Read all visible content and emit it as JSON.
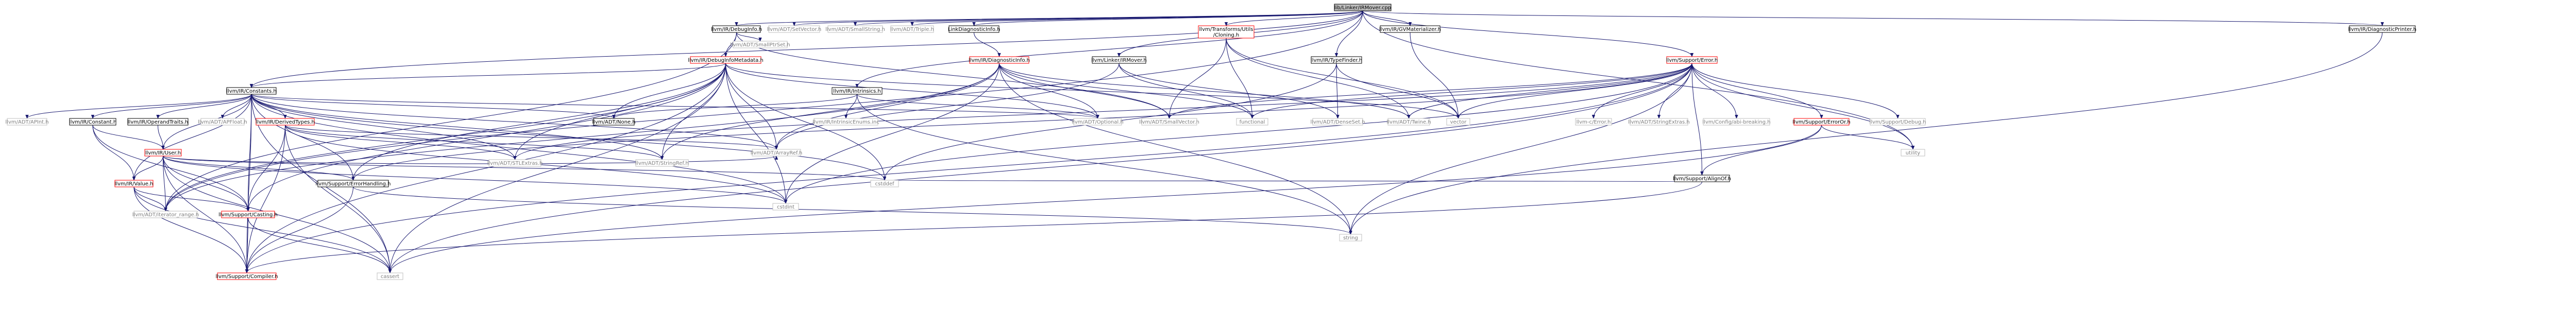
{
  "colors": {
    "edge": "#191970",
    "node_border": "#000000",
    "root_fill": "#bfbfbf",
    "red_border": "#ff0000",
    "grey_border": "#bfbfbf",
    "grey_text": "#7f7f7f",
    "text": "#000000"
  },
  "nodes": [
    {
      "id": "root",
      "label": "lib/Linker/IRMover.cpp",
      "style": "root"
    },
    {
      "id": "DebugInfo",
      "label": "llvm/IR/DebugInfo.h",
      "style": "black"
    },
    {
      "id": "SetVector",
      "label": "llvm/ADT/SetVector.h",
      "style": "grey"
    },
    {
      "id": "SmallString",
      "label": "llvm/ADT/SmallString.h",
      "style": "grey"
    },
    {
      "id": "Triple",
      "label": "llvm/ADT/Triple.h",
      "style": "grey"
    },
    {
      "id": "LinkDiag",
      "label": "LinkDiagnosticInfo.h",
      "style": "black"
    },
    {
      "id": "IRMover",
      "label": "llvm/Linker/IRMover.h",
      "style": "black"
    },
    {
      "id": "Cloning",
      "label": "llvm/Transforms/Utils\n/Cloning.h",
      "style": "red"
    },
    {
      "id": "TypeFinder",
      "label": "llvm/IR/TypeFinder.h",
      "style": "black"
    },
    {
      "id": "GVMat",
      "label": "llvm/IR/GVMaterializer.h",
      "style": "black"
    },
    {
      "id": "SupportError",
      "label": "llvm/Support/Error.h",
      "style": "red"
    },
    {
      "id": "DiagPrinter",
      "label": "llvm/IR/DiagnosticPrinter.h",
      "style": "black"
    },
    {
      "id": "DebugInfoMetadata",
      "label": "llvm/IR/DebugInfoMetadata.h",
      "style": "red"
    },
    {
      "id": "SmallPtrSet",
      "label": "llvm/ADT/SmallPtrSet.h",
      "style": "grey"
    },
    {
      "id": "Intrinsics",
      "label": "llvm/IR/Intrinsics.h",
      "style": "black"
    },
    {
      "id": "DiagnosticInfo",
      "label": "llvm/IR/DiagnosticInfo.h",
      "style": "red"
    },
    {
      "id": "Constants",
      "label": "llvm/IR/Constants.h",
      "style": "black"
    },
    {
      "id": "APInt",
      "label": "llvm/ADT/APInt.h",
      "style": "grey"
    },
    {
      "id": "IRConstant",
      "label": "llvm/IR/Constant.h",
      "style": "black"
    },
    {
      "id": "OperandTraits",
      "label": "llvm/IR/OperandTraits.h",
      "style": "black"
    },
    {
      "id": "APFloat",
      "label": "llvm/ADT/APFloat.h",
      "style": "grey"
    },
    {
      "id": "DerivedTypes",
      "label": "llvm/IR/DerivedTypes.h",
      "style": "red"
    },
    {
      "id": "None",
      "label": "llvm/ADT/None.h",
      "style": "black"
    },
    {
      "id": "IntrinsicEnums",
      "label": "llvm/IR/IntrinsicEnums.inc",
      "style": "grey"
    },
    {
      "id": "Optional",
      "label": "llvm/ADT/Optional.h",
      "style": "grey"
    },
    {
      "id": "functional",
      "label": "functional",
      "style": "grey"
    },
    {
      "id": "SmallVector",
      "label": "llvm/ADT/SmallVector.h",
      "style": "grey"
    },
    {
      "id": "DenseSet",
      "label": "llvm/ADT/DenseSet.h",
      "style": "grey"
    },
    {
      "id": "Twine",
      "label": "llvm/ADT/Twine.h",
      "style": "grey"
    },
    {
      "id": "vector",
      "label": "vector",
      "style": "grey"
    },
    {
      "id": "cerror",
      "label": "llvm-c/Error.h",
      "style": "grey"
    },
    {
      "id": "StringExtras",
      "label": "llvm/ADT/StringExtras.h",
      "style": "grey"
    },
    {
      "id": "AbiBreaking",
      "label": "llvm/Config/abi-breaking.h",
      "style": "grey"
    },
    {
      "id": "ErrorOr",
      "label": "llvm/Support/ErrorOr.h",
      "style": "red"
    },
    {
      "id": "Debug",
      "label": "llvm/Support/Debug.h",
      "style": "grey"
    },
    {
      "id": "User",
      "label": "llvm/IR/User.h",
      "style": "red"
    },
    {
      "id": "StringRef",
      "label": "llvm/ADT/StringRef.h",
      "style": "grey"
    },
    {
      "id": "STLExtras",
      "label": "llvm/ADT/STLExtras.h",
      "style": "grey"
    },
    {
      "id": "ArrayRef",
      "label": "llvm/ADT/ArrayRef.h",
      "style": "grey"
    },
    {
      "id": "AlignOf",
      "label": "llvm/Support/AlignOf.h",
      "style": "black"
    },
    {
      "id": "utility",
      "label": "utility",
      "style": "grey"
    },
    {
      "id": "Value",
      "label": "llvm/IR/Value.h",
      "style": "red"
    },
    {
      "id": "ErrorHandling",
      "label": "llvm/Support/ErrorHandling.h",
      "style": "black"
    },
    {
      "id": "cstdint",
      "label": "cstdint",
      "style": "grey"
    },
    {
      "id": "cstddef",
      "label": "cstddef",
      "style": "grey"
    },
    {
      "id": "iterator_range",
      "label": "llvm/ADT/iterator_range.h",
      "style": "grey"
    },
    {
      "id": "Casting",
      "label": "llvm/Support/Casting.h",
      "style": "red"
    },
    {
      "id": "string",
      "label": "string",
      "style": "grey"
    },
    {
      "id": "Compiler",
      "label": "llvm/Support/Compiler.h",
      "style": "red"
    },
    {
      "id": "cassert",
      "label": "cassert",
      "style": "grey"
    }
  ],
  "edges": [
    [
      "root",
      "DebugInfo"
    ],
    [
      "root",
      "SetVector"
    ],
    [
      "root",
      "SmallString"
    ],
    [
      "root",
      "Triple"
    ],
    [
      "root",
      "LinkDiag"
    ],
    [
      "root",
      "IRMover"
    ],
    [
      "root",
      "Cloning"
    ],
    [
      "root",
      "TypeFinder"
    ],
    [
      "root",
      "GVMat"
    ],
    [
      "root",
      "SupportError"
    ],
    [
      "root",
      "DiagPrinter"
    ],
    [
      "root",
      "Constants"
    ],
    [
      "root",
      "Intrinsics"
    ],
    [
      "root",
      "iterator_range"
    ],
    [
      "root",
      "utility"
    ],
    [
      "DebugInfo",
      "DebugInfoMetadata"
    ],
    [
      "DebugInfo",
      "SmallPtrSet"
    ],
    [
      "DebugInfo",
      "SmallVector"
    ],
    [
      "DebugInfo",
      "iterator_range"
    ],
    [
      "LinkDiag",
      "DiagnosticInfo"
    ],
    [
      "IRMover",
      "DenseSet"
    ],
    [
      "IRMover",
      "ArrayRef"
    ],
    [
      "IRMover",
      "functional"
    ],
    [
      "Cloning",
      "SmallVector"
    ],
    [
      "Cloning",
      "Twine"
    ],
    [
      "Cloning",
      "functional"
    ],
    [
      "Cloning",
      "vector"
    ],
    [
      "TypeFinder",
      "DenseSet"
    ],
    [
      "TypeFinder",
      "cstddef"
    ],
    [
      "TypeFinder",
      "vector"
    ],
    [
      "GVMat",
      "vector"
    ],
    [
      "DiagPrinter",
      "string"
    ],
    [
      "DebugInfoMetadata",
      "Constants"
    ],
    [
      "DebugInfoMetadata",
      "Optional"
    ],
    [
      "DebugInfoMetadata",
      "None"
    ],
    [
      "DebugInfoMetadata",
      "ArrayRef"
    ],
    [
      "DebugInfoMetadata",
      "StringRef"
    ],
    [
      "DebugInfoMetadata",
      "STLExtras"
    ],
    [
      "DebugInfoMetadata",
      "iterator_range"
    ],
    [
      "DebugInfoMetadata",
      "Casting"
    ],
    [
      "DebugInfoMetadata",
      "ErrorHandling"
    ],
    [
      "DebugInfoMetadata",
      "cstdint"
    ],
    [
      "DebugInfoMetadata",
      "cassert"
    ],
    [
      "DebugInfoMetadata",
      "cstddef"
    ],
    [
      "DebugInfoMetadata",
      "Compiler"
    ],
    [
      "DebugInfoMetadata",
      "vector"
    ],
    [
      "Intrinsics",
      "None"
    ],
    [
      "Intrinsics",
      "Optional"
    ],
    [
      "Intrinsics",
      "IntrinsicEnums"
    ],
    [
      "Intrinsics",
      "string"
    ],
    [
      "DiagnosticInfo",
      "ArrayRef"
    ],
    [
      "DiagnosticInfo",
      "Optional"
    ],
    [
      "DiagnosticInfo",
      "SmallVector"
    ],
    [
      "DiagnosticInfo",
      "StringRef"
    ],
    [
      "DiagnosticInfo",
      "Twine"
    ],
    [
      "DiagnosticInfo",
      "functional"
    ],
    [
      "DiagnosticInfo",
      "cstdint"
    ],
    [
      "DiagnosticInfo",
      "string"
    ],
    [
      "DiagnosticInfo",
      "iterator_range"
    ],
    [
      "Constants",
      "APInt"
    ],
    [
      "Constants",
      "IRConstant"
    ],
    [
      "Constants",
      "OperandTraits"
    ],
    [
      "Constants",
      "APFloat"
    ],
    [
      "Constants",
      "DerivedTypes"
    ],
    [
      "Constants",
      "None"
    ],
    [
      "Constants",
      "Optional"
    ],
    [
      "Constants",
      "ArrayRef"
    ],
    [
      "Constants",
      "STLExtras"
    ],
    [
      "Constants",
      "StringRef"
    ],
    [
      "Constants",
      "User"
    ],
    [
      "Constants",
      "Value"
    ],
    [
      "Constants",
      "Casting"
    ],
    [
      "Constants",
      "Compiler"
    ],
    [
      "Constants",
      "ErrorHandling"
    ],
    [
      "Constants",
      "cassert"
    ],
    [
      "Constants",
      "cstddef"
    ],
    [
      "Constants",
      "cstdint"
    ],
    [
      "IRConstant",
      "User"
    ],
    [
      "IRConstant",
      "Value"
    ],
    [
      "IRConstant",
      "Casting"
    ],
    [
      "OperandTraits",
      "User"
    ],
    [
      "DerivedTypes",
      "ArrayRef"
    ],
    [
      "DerivedTypes",
      "STLExtras"
    ],
    [
      "DerivedTypes",
      "StringRef"
    ],
    [
      "DerivedTypes",
      "Casting"
    ],
    [
      "DerivedTypes",
      "Compiler"
    ],
    [
      "DerivedTypes",
      "cassert"
    ],
    [
      "DerivedTypes",
      "cstdint"
    ],
    [
      "SupportError",
      "SmallVector"
    ],
    [
      "SupportError",
      "STLExtras"
    ],
    [
      "SupportError",
      "StringExtras"
    ],
    [
      "SupportError",
      "Twine"
    ],
    [
      "SupportError",
      "cerror"
    ],
    [
      "SupportError",
      "AbiBreaking"
    ],
    [
      "SupportError",
      "AlignOf"
    ],
    [
      "SupportError",
      "Compiler"
    ],
    [
      "SupportError",
      "Debug"
    ],
    [
      "SupportError",
      "ErrorHandling"
    ],
    [
      "SupportError",
      "ErrorOr"
    ],
    [
      "SupportError",
      "algorithm"
    ],
    [
      "SupportError",
      "cassert"
    ],
    [
      "SupportError",
      "cstdint"
    ],
    [
      "SupportError",
      "cstdlib"
    ],
    [
      "SupportError",
      "functional"
    ],
    [
      "SupportError",
      "memory"
    ],
    [
      "SupportError",
      "new"
    ],
    [
      "SupportError",
      "string"
    ],
    [
      "SupportError",
      "utility"
    ],
    [
      "SupportError",
      "vector"
    ],
    [
      "ErrorOr",
      "AlignOf"
    ],
    [
      "ErrorOr",
      "utility"
    ],
    [
      "ErrorOr",
      "cassert"
    ],
    [
      "User",
      "ArrayRef"
    ],
    [
      "User",
      "iterator_range"
    ],
    [
      "User",
      "Value"
    ],
    [
      "User",
      "Casting"
    ],
    [
      "User",
      "Compiler"
    ],
    [
      "User",
      "ErrorHandling"
    ],
    [
      "User",
      "cassert"
    ],
    [
      "User",
      "cstddef"
    ],
    [
      "User",
      "cstdint"
    ],
    [
      "AlignOf",
      "Compiler"
    ],
    [
      "AlignOf",
      "cstddef"
    ],
    [
      "Value",
      "iterator_range"
    ],
    [
      "Value",
      "Casting"
    ],
    [
      "Value",
      "Compiler"
    ],
    [
      "Value",
      "cassert"
    ],
    [
      "ErrorHandling",
      "Compiler"
    ],
    [
      "ErrorHandling",
      "string"
    ],
    [
      "Casting",
      "Compiler"
    ],
    [
      "Casting",
      "cassert"
    ]
  ]
}
